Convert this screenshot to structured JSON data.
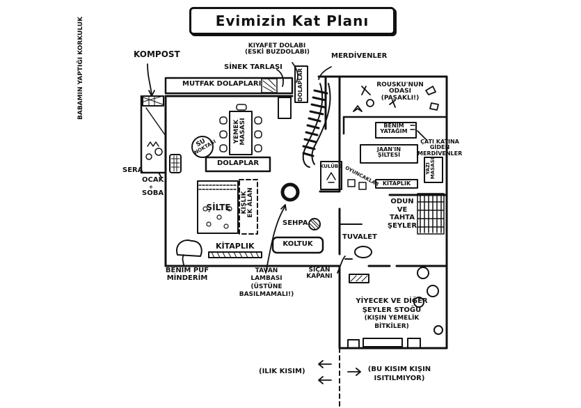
{
  "title": "Evimizin Kat Planı",
  "labels": {
    "kompost": "KOMPOST",
    "babamin_korkuluk": "BABAMIN YAPTIĞI KORKULUK",
    "sera": "SERA",
    "ocak": "OCAK",
    "plus": "+",
    "soba": "SOBA",
    "kiyafet_dolabi": "KIYAFET DOLABI",
    "eski_buzdolabi": "(ESKİ BUZDOLABI)",
    "sinek_tarlasi": "SİNEK TARLASI",
    "merdivenler": "MERDİVENLER",
    "mutfak_dolaplari": "MUTFAK DOLAPLARI",
    "dolaplar_vertical": "DOLAPLAR",
    "yemek": "YEMEK",
    "masasi": "MASASI",
    "su": "SU",
    "noktasi": "NOKTASI",
    "dolaplar": "DOLAPLAR",
    "silte": "ŞİLTE",
    "kislik": "KIŞLIK",
    "ek_alan": "EK ALAN",
    "kitaplik_main": "KİTAPLIK",
    "koltuk": "KOLTUK",
    "sehpa": "SEHPA",
    "benim_puf_1": "BENİM PUF",
    "benim_puf_2": "MİNDERİM",
    "tavan_1": "TAVAN",
    "tavan_2": "LAMBASI",
    "tavan_3": "(ÜSTÜNE",
    "tavan_4": "BASILMAMALI!)",
    "sican_1": "SIÇAN",
    "sican_2": "KAPANI",
    "tuvalet": "TUVALET",
    "rousku_1": "ROUSKU'NUN",
    "rousku_2": "ODASI",
    "rousku_3": "(PASAKLI!)",
    "benim_yatagim_1": "BENİM",
    "benim_yatagim_2": "YATAĞIM",
    "cati_1": "ÇATI KATINA",
    "cati_2": "GİDEN",
    "cati_3": "MERDİVENLER",
    "jaan_1": "JAAN'IN",
    "jaan_2": "ŞİLTESİ",
    "kulube": "KULÜBE",
    "oyuncaklar": "OYUNCAKLAR",
    "kitaplik_right": "KİTAPLIK",
    "yazi_1": "YAZI",
    "yazi_2": "MASASI",
    "odun_1": "ODUN",
    "odun_2": "VE",
    "odun_3": "TAHTA",
    "odun_4": "ŞEYLER",
    "stok_1": "YİYECEK VE DİĞER",
    "stok_2": "ŞEYLER STOĞU",
    "stok_3": "(KIŞIN YEMELİK",
    "stok_4": "BİTKİLER)",
    "ilik": "(ILIK KISIM)",
    "bu_kisim_1": "(BU KISIM KIŞIN",
    "bu_kisim_2": "ISITILMIYOR)"
  }
}
